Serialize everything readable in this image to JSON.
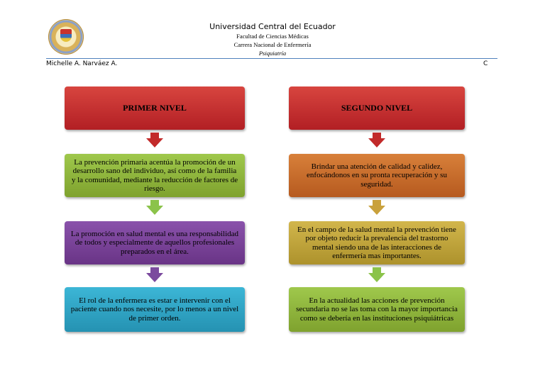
{
  "header": {
    "university": "Universidad Central del Ecuador",
    "faculty": "Facultad de Ciencias Médicas",
    "career": "Carrera Nacional de Enfermería",
    "subject": "Psiquiatría",
    "author": "Michelle A. Narváez A.",
    "corner_mark": "C"
  },
  "left_column": {
    "heading": "PRIMER NIVEL",
    "boxes": [
      "La prevención primaria acentúa la promoción de un desarrollo sano del individuo, así como de la familia y la comunidad, mediante la reducción de factores de riesgo.",
      "La promoción en salud mental es una responsabilidad de todos y especialmente de aquellos profesionales preparados en el área.",
      "El rol de la enfermera es estar e intervenir con el paciente cuando nos necesite, por lo menos a un nivel de primer orden."
    ]
  },
  "right_column": {
    "heading": "SEGUNDO NIVEL",
    "boxes": [
      "Brindar una atención de calidad y calidez, enfocándonos en su pronta recuperación y su seguridad.",
      "En el campo de la salud mental  la prevención tiene por objeto reducir la prevalencia del trastorno  mental siendo una de las interacciones de enfermería mas importantes.",
      "En la actualidad las acciones de prevención secundaria no se las toma con la mayor importancia como se debería en las instituciones psiquiátricas"
    ]
  },
  "colors": {
    "red": "#c0262a",
    "green": "#8cb33a",
    "purple": "#7a3f9a",
    "blue": "#2ea3c4",
    "orange": "#c86a28",
    "olive": "#c2a83a",
    "arrow_red": "#c22a2a",
    "arrow_green": "#8bc34a",
    "arrow_purple": "#7b4a9e",
    "arrow_gold": "#c9a13c"
  }
}
